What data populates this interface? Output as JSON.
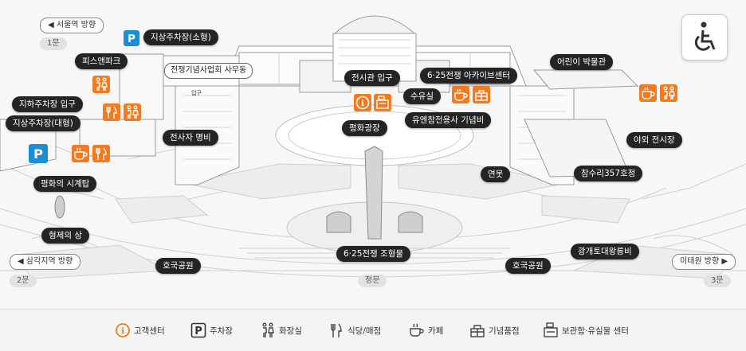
{
  "directions": {
    "seoul_station": "서울역 방향",
    "samgakji": "삼각지역 방향",
    "itaewon": "이태원 방향"
  },
  "gates": {
    "gate1": "1문",
    "gate2": "2문",
    "gate3": "3문",
    "main_gate": "정문"
  },
  "labels": {
    "parking_small": "지상주차장(소형)",
    "peace_park": "피스앤파크",
    "war_memorial_office": "전쟁기념사업회 사무동",
    "entrance_small": "입구",
    "exhibition_entrance": "전시관 입구",
    "archive_center": "6·25전쟁 아카이브센터",
    "childrens_museum": "어린이 박물관",
    "nursing_room": "수유실",
    "un_memorial": "유엔참전용사 기념비",
    "underground_parking": "지하주차장 입구",
    "ground_parking_large": "지상주차장(대형)",
    "fallen_roll": "전사자 명비",
    "peace_plaza": "평화광장",
    "outdoor_exhibition": "야외 전시장",
    "pond": "연못",
    "chamsuri": "참수리357호정",
    "peace_clock_tower": "평화의 시계탑",
    "brothers_statue": "형제의 상",
    "war_sculpture": "6·25전쟁 조형물",
    "gwanggaeto_stele": "광개토대왕릉비",
    "hoguk_park_left": "호국공원",
    "hoguk_park_right": "호국공원"
  },
  "icons": {
    "info": "info-icon",
    "parking": "parking-icon",
    "restroom": "restroom-icon",
    "restaurant": "restaurant-icon",
    "cafe": "cafe-icon",
    "souvenir": "souvenir-icon",
    "locker": "locker-icon",
    "wheelchair": "wheelchair-icon"
  },
  "legend": [
    {
      "icon": "info-icon",
      "label": "고객센터"
    },
    {
      "icon": "parking-icon",
      "label": "주차장"
    },
    {
      "icon": "restroom-icon",
      "label": "화장실"
    },
    {
      "icon": "restaurant-icon",
      "label": "식당/매점"
    },
    {
      "icon": "cafe-icon",
      "label": "카페"
    },
    {
      "icon": "souvenir-icon",
      "label": "기념품점"
    },
    {
      "icon": "locker-icon",
      "label": "보관함·유실물 센터"
    }
  ],
  "colors": {
    "facility": "#f47a20",
    "parking": "#1a8fd6",
    "label_bg": "#242424",
    "map_bg": "#f7f7f7"
  }
}
